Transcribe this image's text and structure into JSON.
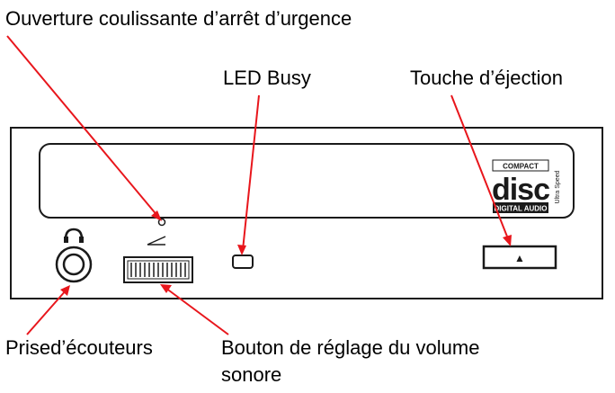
{
  "labels": {
    "emergency_slot": "Ouverture coulissante d’arrêt d’urgence",
    "busy_led": "LED Busy",
    "eject_key": "Touche d’éjection",
    "headphone_jack": "Prised’écouteurs",
    "volume_knob_line1": "Bouton de réglage du volume",
    "volume_knob_line2": "sonore"
  },
  "logo": {
    "top": "COMPACT",
    "main": "disc",
    "bottom": "DIGITAL AUDIO",
    "side": "Ultra Speed"
  },
  "eject_symbol": "▲",
  "colors": {
    "leader_lines": "#e8161c",
    "outline": "#1a1a1a",
    "text": "#000000"
  }
}
